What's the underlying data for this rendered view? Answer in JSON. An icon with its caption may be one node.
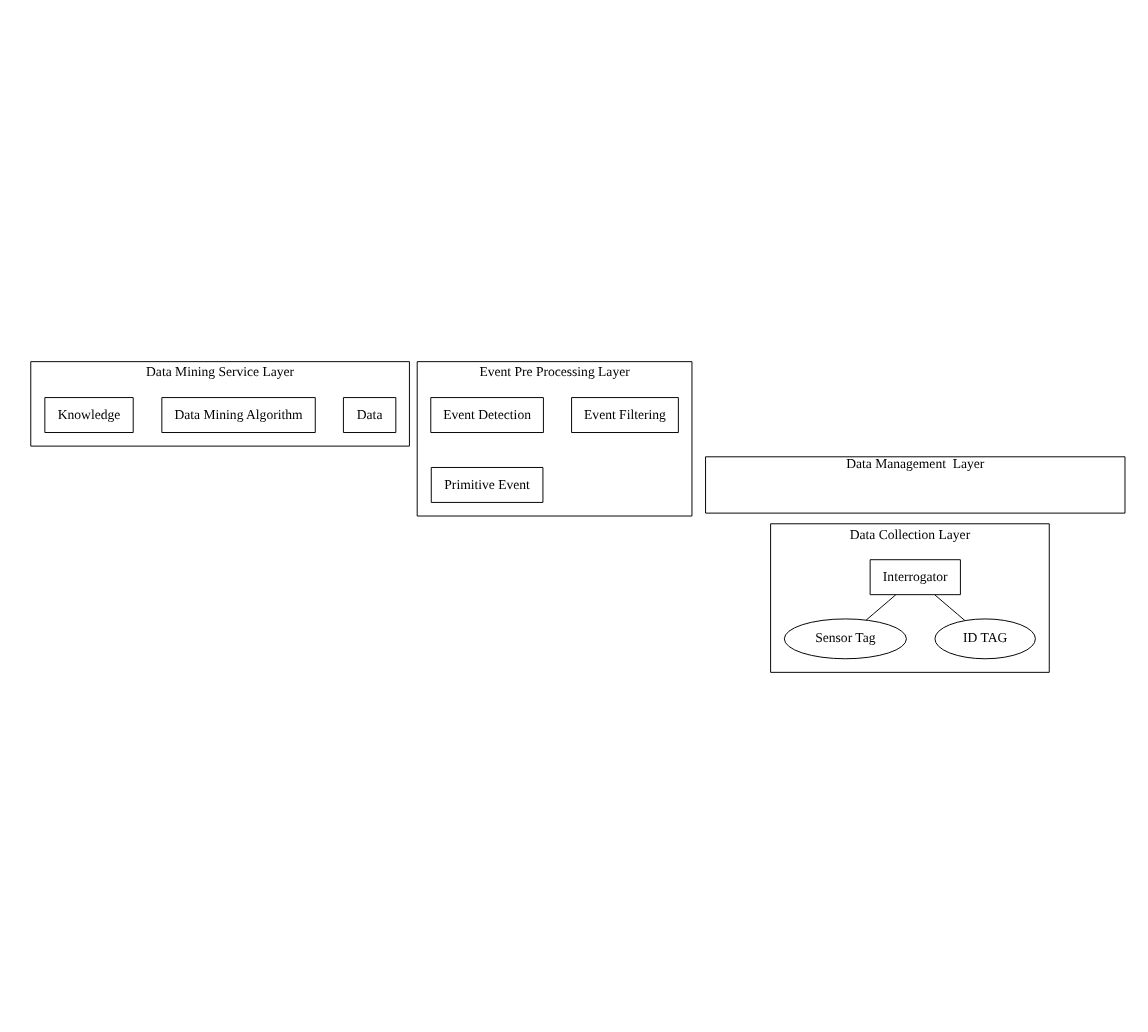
{
  "diagram": {
    "nodes": [
      {
        "text": [
          "Data Mining Service Layer"
        ]
      },
      {
        "text": [
          "Data"
        ],
        "in": 0
      },
      {
        "text": [
          "Data Mining Algorithm"
        ],
        "in": 0
      },
      {
        "text": [
          "Knowledge"
        ],
        "in": 0
      },
      {
        "text": [
          "Event Pre Processing Layer"
        ]
      },
      {
        "text": [
          "Primitive Event"
        ],
        "in": 4
      },
      {
        "text": [
          "Event Filtering"
        ],
        "in": 4
      },
      {
        "text": [
          "Event Detection"
        ],
        "in": 4
      },
      {
        "text": [
          "Data Management  Layer"
        ]
      },
      {
        "text": [
          "Data Collection Layer"
        ]
      },
      {
        "text": [
          "Interrogator"
        ],
        "in": 9
      },
      {
        "text": [
          "Sensor Tag"
        ],
        "in": 9
      },
      {
        "text": [
          "ID TAG"
        ],
        "in": 9
      }
    ],
    "edges": [
      {
        "from": 10,
        "to": 11,
        "arrow": "none"
      },
      {
        "from": 10,
        "to": 12,
        "arrow": "none"
      }
    ]
  }
}
